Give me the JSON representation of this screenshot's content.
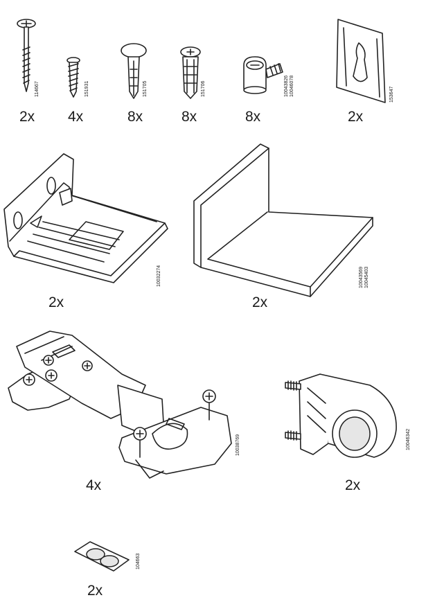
{
  "parts": [
    {
      "id": "screw-long",
      "article": [
        "114667"
      ],
      "quantity": "2x"
    },
    {
      "id": "screw-short",
      "article": [
        "151931"
      ],
      "quantity": "4x"
    },
    {
      "id": "plug-round",
      "article": [
        "151705"
      ],
      "quantity": "8x"
    },
    {
      "id": "plug-expanding",
      "article": [
        "151706"
      ],
      "quantity": "8x"
    },
    {
      "id": "cam-lock",
      "article": [
        "10043826",
        "10046078"
      ],
      "quantity": "8x"
    },
    {
      "id": "hanging-plate",
      "article": [
        "153647"
      ],
      "quantity": "2x"
    },
    {
      "id": "corner-bracket",
      "article": [
        "10032274"
      ],
      "quantity": "2x"
    },
    {
      "id": "l-shelf",
      "article": [
        "10043569",
        "10045403"
      ],
      "quantity": "2x"
    },
    {
      "id": "hinge",
      "article": [
        "10038769"
      ],
      "quantity": "4x"
    },
    {
      "id": "rail-holder",
      "article": [
        "10046342"
      ],
      "quantity": "2x"
    },
    {
      "id": "bumper-pads",
      "article": [
        "104663"
      ],
      "quantity": "2x"
    }
  ]
}
